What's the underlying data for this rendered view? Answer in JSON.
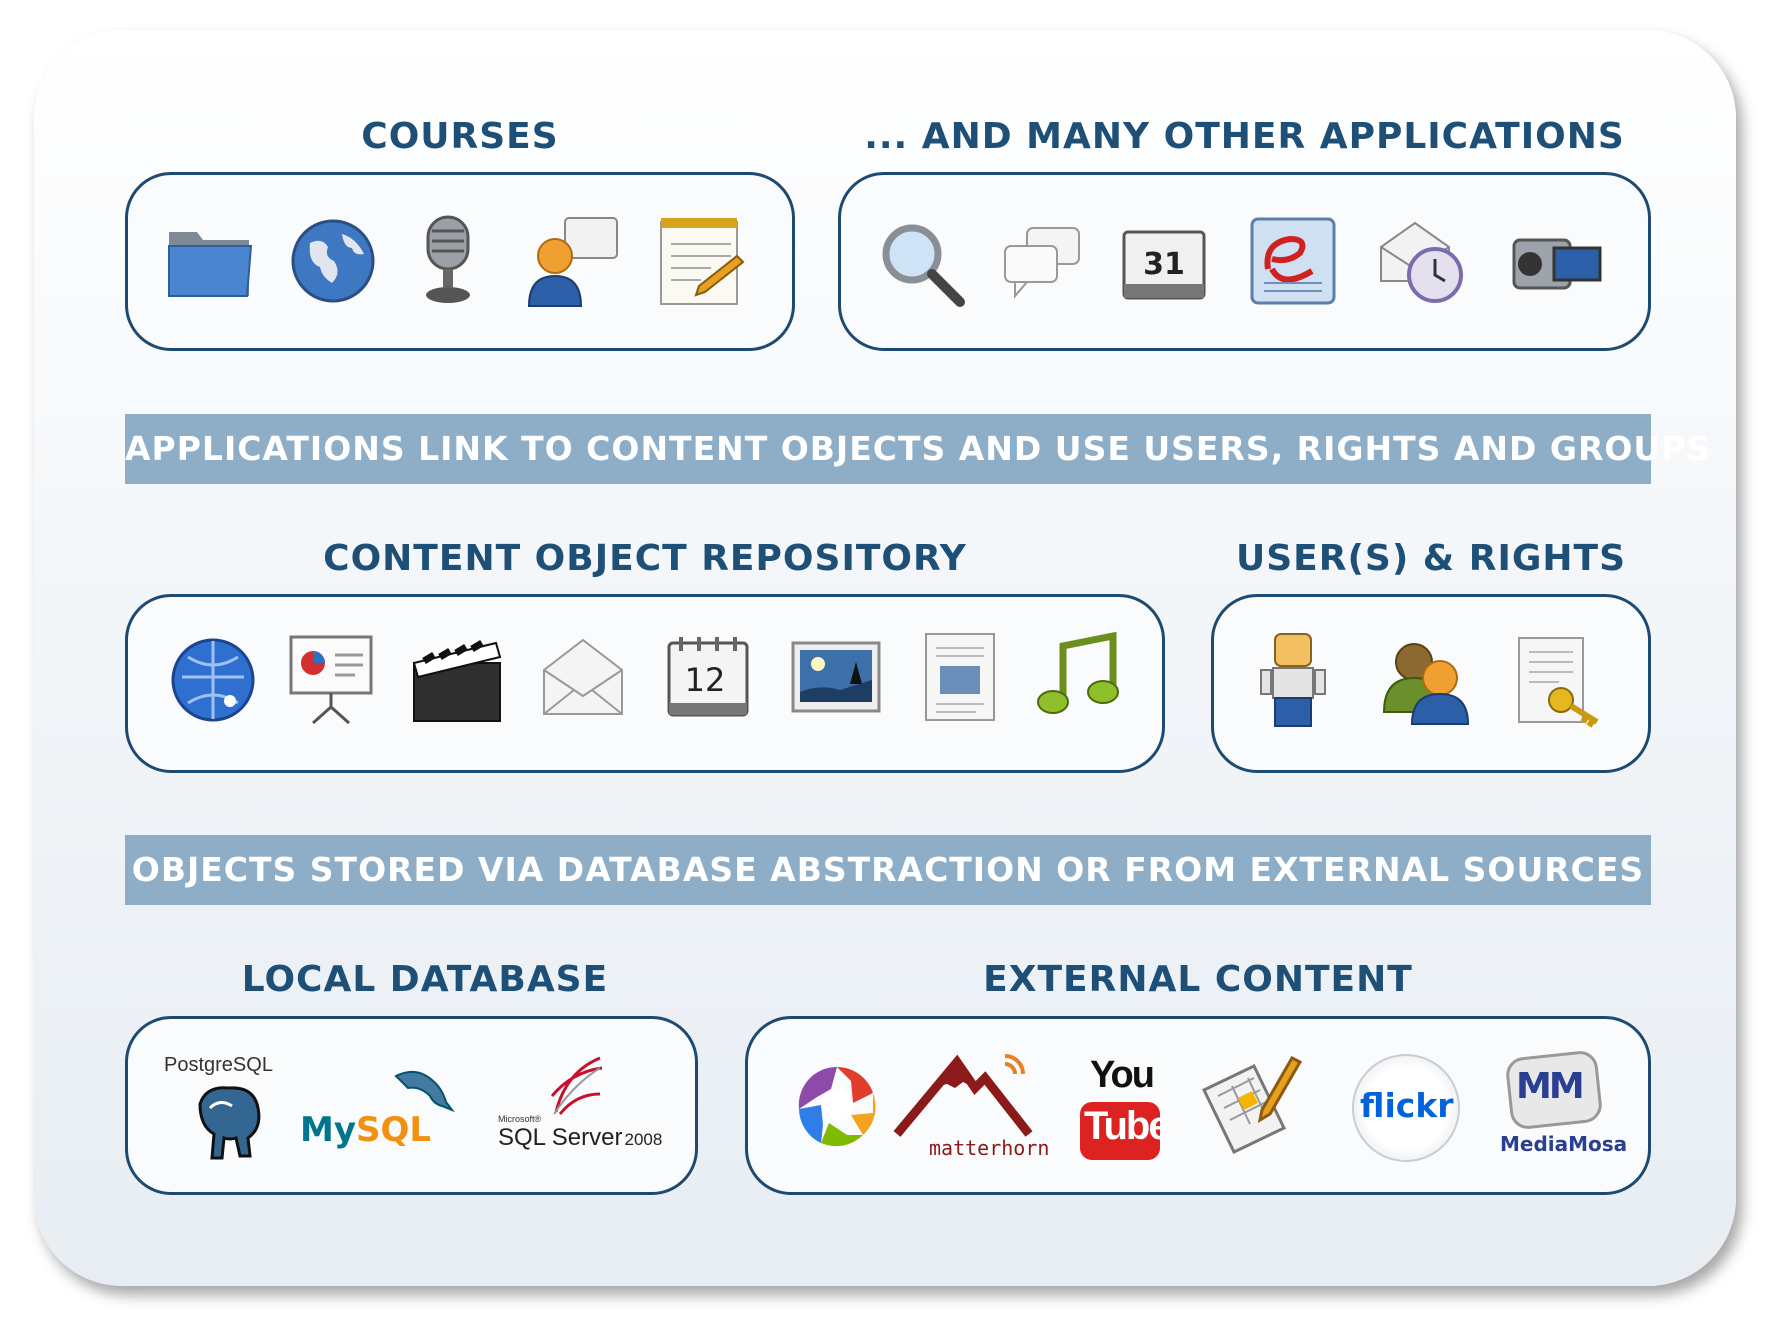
{
  "headings": {
    "courses": "COURSES",
    "other_apps": "... AND MANY OTHER APPLICATIONS",
    "repository": "CONTENT OBJECT REPOSITORY",
    "users": "USER(S) & RIGHTS",
    "local_db": "LOCAL DATABASE",
    "external": "EXTERNAL CONTENT"
  },
  "bands": {
    "top": "APPLICATIONS LINK TO CONTENT OBJECTS AND USE USERS, RIGHTS AND GROUPS",
    "bottom": "OBJECTS STORED VIA DATABASE ABSTRACTION OR FROM EXTERNAL SOURCES"
  },
  "courses_icons": [
    "folder-icon",
    "globe-icon",
    "microphone-icon",
    "chat-user-icon",
    "notepad-pencil-icon"
  ],
  "other_apps_icons": [
    "magnifier-icon",
    "chat-bubbles-icon",
    "calendar-icon",
    "e-document-icon",
    "mail-clock-icon",
    "video-camera-icon"
  ],
  "calendar_day": "31",
  "repository_icons": [
    "web-globe-icon",
    "presentation-icon",
    "clapperboard-icon",
    "envelope-icon",
    "calendar-icon",
    "image-icon",
    "document-image-icon",
    "music-note-icon"
  ],
  "repository_calendar_day": "12",
  "users_icons": [
    "user-figure-icon",
    "user-group-icon",
    "document-key-icon"
  ],
  "local_db": {
    "postgres": "PostgreSQL",
    "mysql_my": "My",
    "mysql_sql": "SQL",
    "sqlserver_small": "Microsoft®",
    "sqlserver": "SQL Server",
    "sqlserver_year": "2008"
  },
  "external": {
    "matterhorn": "matterhorn",
    "youtube_you": "You",
    "youtube_tube": "Tube",
    "flickr": "flickr",
    "mediamosa_mark": "MM",
    "mediamosa": "MediaMosa"
  },
  "colors": {
    "heading": "#1d4f77",
    "box_border": "#1d4a70",
    "band": "#8daec6"
  }
}
